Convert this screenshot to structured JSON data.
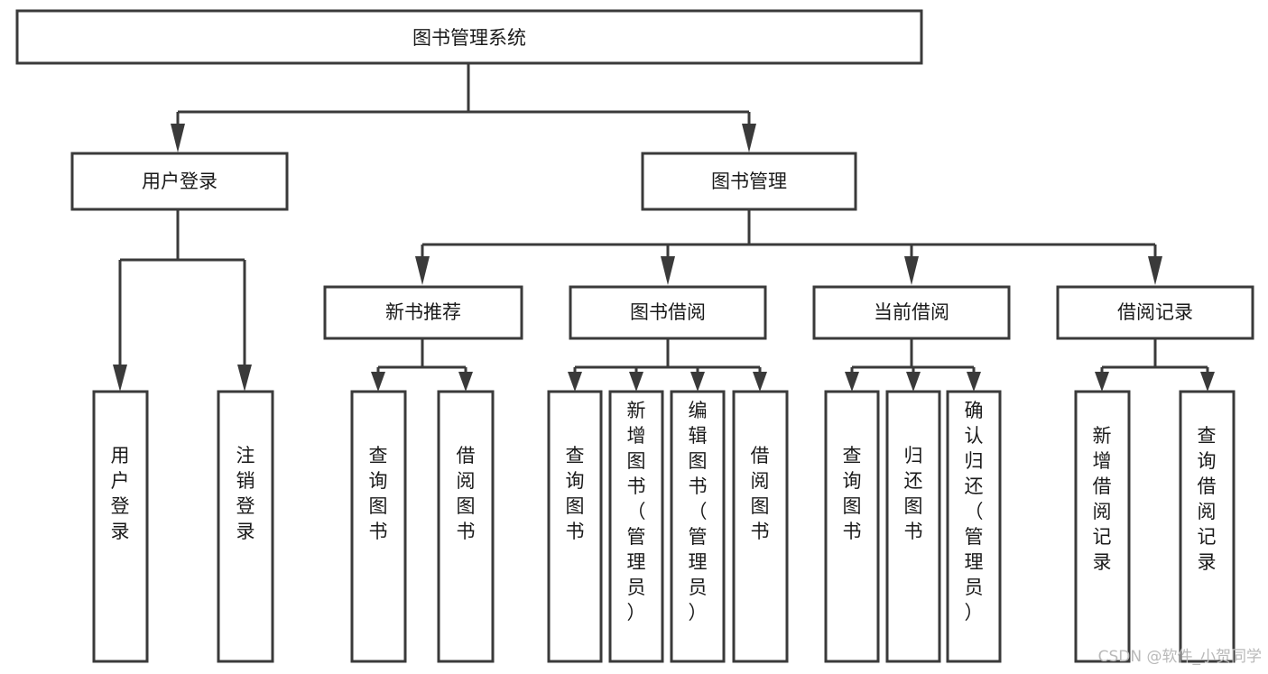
{
  "diagram": {
    "title": "图书管理系统",
    "type": "tree-hierarchy-diagram",
    "colors": {
      "box_stroke": "#3a3a3a",
      "box_fill": "#ffffff",
      "connector": "#3a3a3a",
      "text": "#1a1a1a",
      "background": "#ffffff",
      "watermark": "#b9b9b9"
    },
    "root": {
      "label": "图书管理系统"
    },
    "level2": [
      {
        "label": "用户登录"
      },
      {
        "label": "图书管理"
      }
    ],
    "level3": [
      {
        "label": "新书推荐"
      },
      {
        "label": "图书借阅"
      },
      {
        "label": "当前借阅"
      },
      {
        "label": "借阅记录"
      }
    ],
    "leaves": {
      "user_login": [
        {
          "label": "用户登录"
        },
        {
          "label": "注销登录"
        }
      ],
      "new_book_recommend": [
        {
          "label": "查询图书"
        },
        {
          "label": "借阅图书"
        }
      ],
      "book_borrow": [
        {
          "label": "查询图书"
        },
        {
          "label": "新增图书（管理员）"
        },
        {
          "label": "编辑图书（管理员）"
        },
        {
          "label": "借阅图书"
        }
      ],
      "current_borrow": [
        {
          "label": "查询图书"
        },
        {
          "label": "归还图书"
        },
        {
          "label": "确认归还（管理员）"
        }
      ],
      "borrow_record": [
        {
          "label": "新增借阅记录"
        },
        {
          "label": "查询借阅记录"
        }
      ]
    },
    "watermark": "CSDN @软件_小贺同学"
  }
}
